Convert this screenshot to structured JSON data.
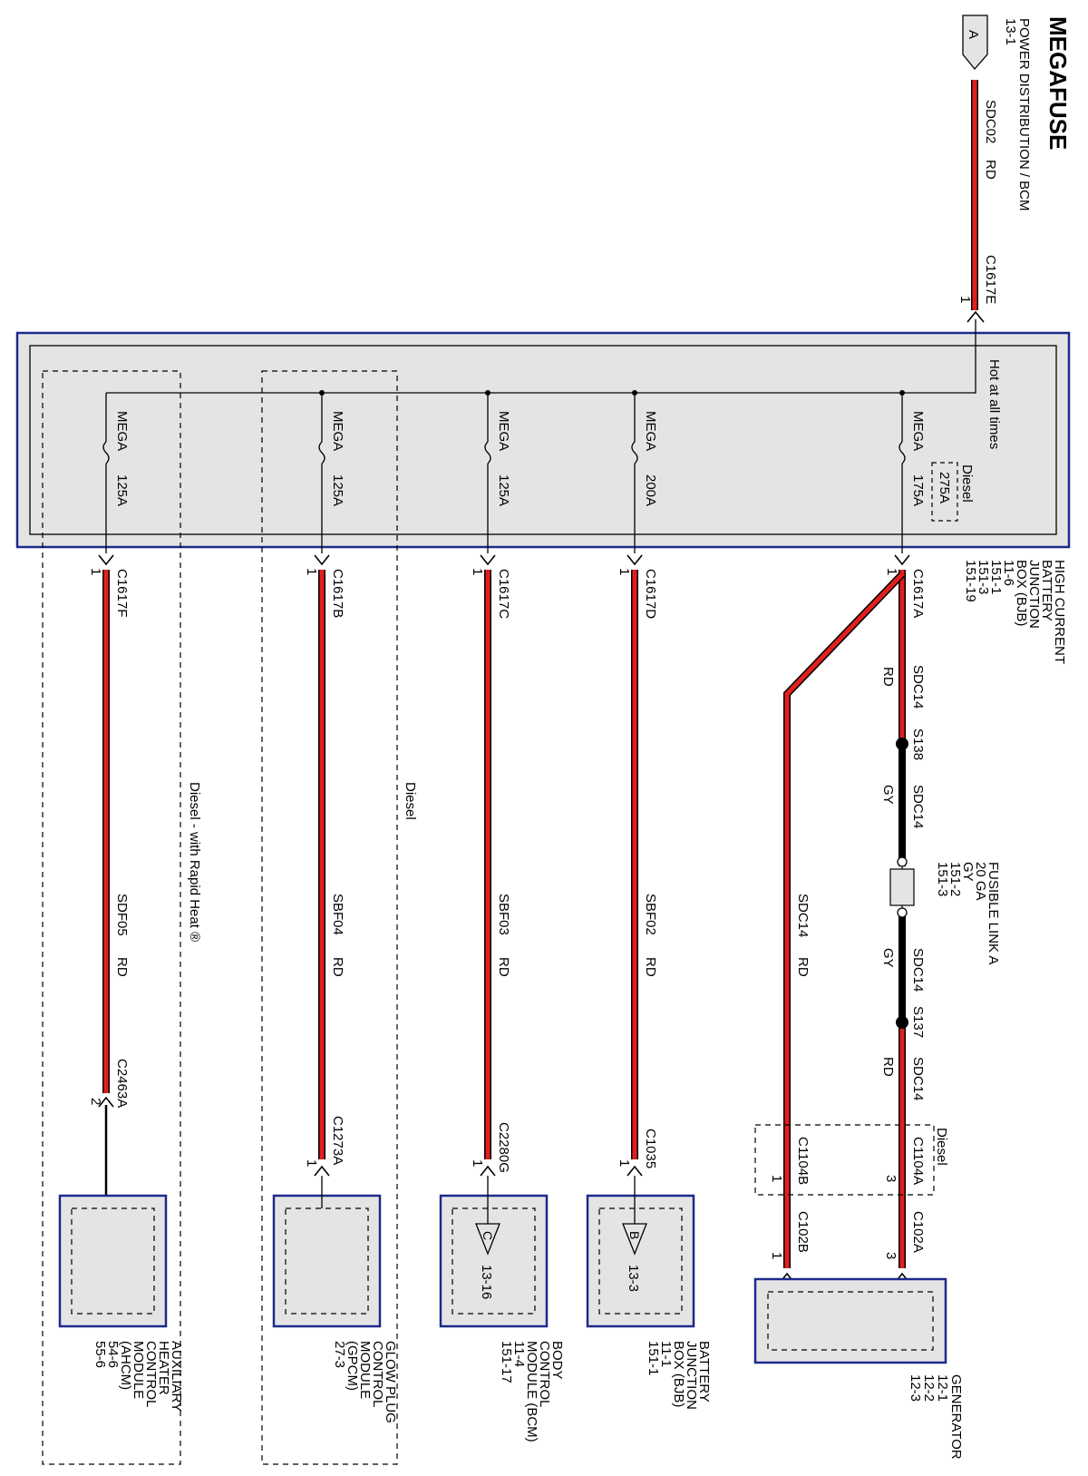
{
  "title": "MEGAFUSE",
  "source": {
    "connector_letter": "A",
    "label_lines": [
      "POWER DISTRIBUTION / BCM",
      "13-1"
    ],
    "circuit": "SDC02",
    "color": "RD",
    "connector": "C1617E",
    "pin": "1"
  },
  "hcbjb": {
    "hot_label": "Hot at all times",
    "label_lines": [
      "HIGH CURRENT",
      "BATTERY",
      "JUNCTION",
      "BOX (BJB)",
      "11-6",
      "151-1",
      "151-3",
      "151-19"
    ]
  },
  "fuses": [
    {
      "type": "MEGA",
      "rating": "175A",
      "alt_label": "Diesel",
      "alt_rating": "275A",
      "connector": "C1617A",
      "pin": "1"
    },
    {
      "type": "MEGA",
      "rating": "200A",
      "connector": "C1617D",
      "pin": "1",
      "circuit": "SBF02",
      "color": "RD",
      "end_connector": "C1035",
      "end_pin": "1"
    },
    {
      "type": "MEGA",
      "rating": "125A",
      "connector": "C1617C",
      "pin": "1",
      "circuit": "SBF03",
      "color": "RD",
      "end_connector": "C2280G",
      "end_pin": "1"
    },
    {
      "type": "MEGA",
      "rating": "125A",
      "connector": "C1617B",
      "pin": "1",
      "circuit": "SBF04",
      "color": "RD",
      "end_connector": "C1273A",
      "end_pin": "1"
    },
    {
      "type": "MEGA",
      "rating": "125A",
      "connector": "C1617F",
      "pin": "1",
      "circuit": "SDF05",
      "color": "RD",
      "end_connector": "C2463A",
      "end_pin": "2"
    }
  ],
  "generator_branch": {
    "upper": {
      "seg1": {
        "circuit": "SDC14",
        "color": "RD"
      },
      "splice1": "S138",
      "seg2": {
        "circuit": "SDC14",
        "color": "GY"
      },
      "seg3": {
        "circuit": "SDC14",
        "color": "GY"
      },
      "splice2": "S137",
      "seg4": {
        "circuit": "SDC14",
        "color": "RD"
      },
      "inline_connector": "C1104A",
      "inline_pin": "3",
      "gen_connector": "C102A",
      "gen_pin": "3"
    },
    "lower": {
      "circuit": "SDC14",
      "color": "RD",
      "inline_connector": "C1104B",
      "inline_pin": "1",
      "gen_connector": "C102B",
      "gen_pin": "1"
    },
    "inline_label": "Diesel"
  },
  "fusible_link": {
    "label_lines": [
      "FUSIBLE LINK A",
      "20 GA",
      "GY",
      "151-2",
      "151-3"
    ]
  },
  "dashed_regions": {
    "gpcm": "Diesel",
    "ahcm": "Diesel - with Rapid Heat ®"
  },
  "modules": {
    "generator": {
      "label_lines": [
        "GENERATOR",
        "12-1",
        "12-2",
        "12-3"
      ]
    },
    "bjb": {
      "letter": "B",
      "ref": "13-3",
      "label_lines": [
        "BATTERY",
        "JUNCTION",
        "BOX (BJB)",
        "11-1",
        "151-1"
      ]
    },
    "bcm": {
      "letter": "C",
      "ref": "13-16",
      "label_lines": [
        "BODY",
        "CONTROL",
        "MODULE (BCM)",
        "11-4",
        "151-17"
      ]
    },
    "gpcm": {
      "label_lines": [
        "GLOW PLUG",
        "CONTROL",
        "MODULE",
        "(GPCM)",
        "27-3"
      ]
    },
    "ahcm": {
      "label_lines": [
        "AUXILIARY",
        "HEATER",
        "CONTROL",
        "MODULE",
        "(AHCM)",
        "54-6",
        "55-6"
      ]
    }
  },
  "colors": {
    "wire_red": "#e0201e",
    "wire_black": "#000000",
    "box_border": "#1c2a8c",
    "box_fill": "#e4e4e4"
  }
}
